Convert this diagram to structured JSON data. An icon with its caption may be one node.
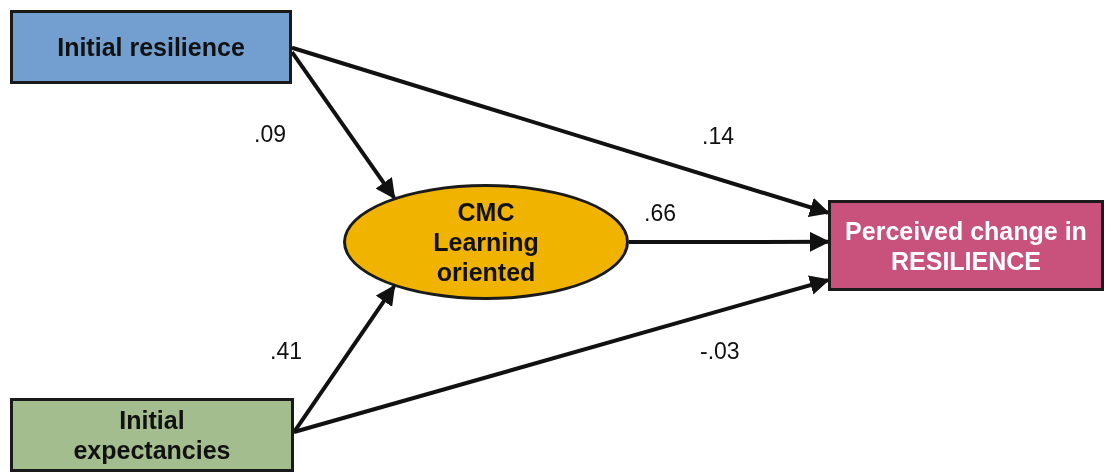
{
  "diagram": {
    "nodes": [
      {
        "text": [
          "Initial resilience"
        ]
      },
      {
        "text": [
          "CMC Learning oriented"
        ]
      },
      {
        "text": [
          "Perceived change in RESILIENCE"
        ]
      },
      {
        "text": [
          "Initial expectancies"
        ]
      }
    ],
    "edges": [
      {
        "from": 0,
        "to": 1,
        "arrow": "to",
        "label": ".09"
      },
      {
        "from": 0,
        "to": 2,
        "arrow": "to",
        "label": ".14"
      },
      {
        "from": 1,
        "to": 2,
        "arrow": "to",
        "label": ".66"
      },
      {
        "from": 3,
        "to": 1,
        "arrow": "to",
        "label": ".41"
      },
      {
        "from": 3,
        "to": 2,
        "arrow": "to",
        "label": "-.03"
      }
    ]
  }
}
